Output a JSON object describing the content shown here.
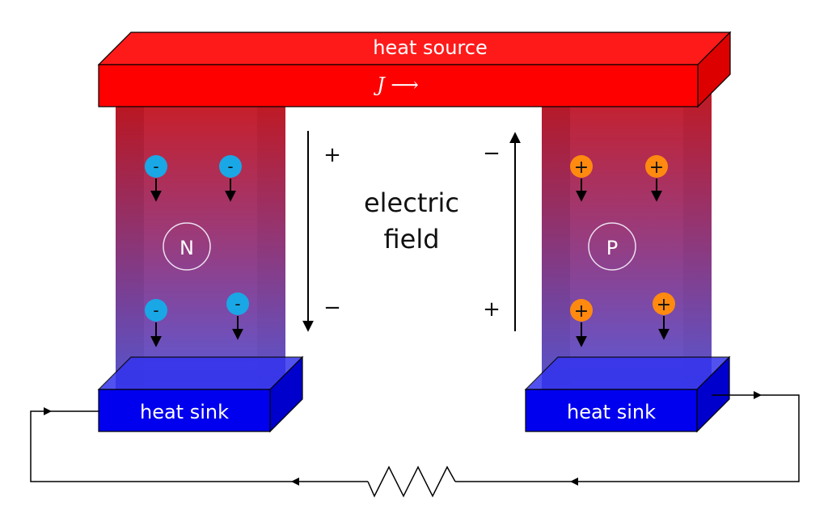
{
  "diagram": {
    "top_bar_label": "heat source",
    "current_label": "J ⟶",
    "left_sink_label": "heat sink",
    "right_sink_label": "heat sink",
    "n_leg_label": "N",
    "p_leg_label": "P",
    "field_line1": "electric",
    "field_line2": "field",
    "left_field_top_sign": "+",
    "left_field_bottom_sign": "−",
    "right_field_top_sign": "−",
    "right_field_bottom_sign": "+",
    "electron_sign": "-",
    "hole_sign": "+"
  },
  "colors": {
    "heat_source": "#ff0000",
    "heat_sink": "#0000ee",
    "electron": "#1aa7e6",
    "hole": "#ff8a0f",
    "leg_top": "#c71f2a",
    "leg_bottom": "#5a5ad8"
  }
}
